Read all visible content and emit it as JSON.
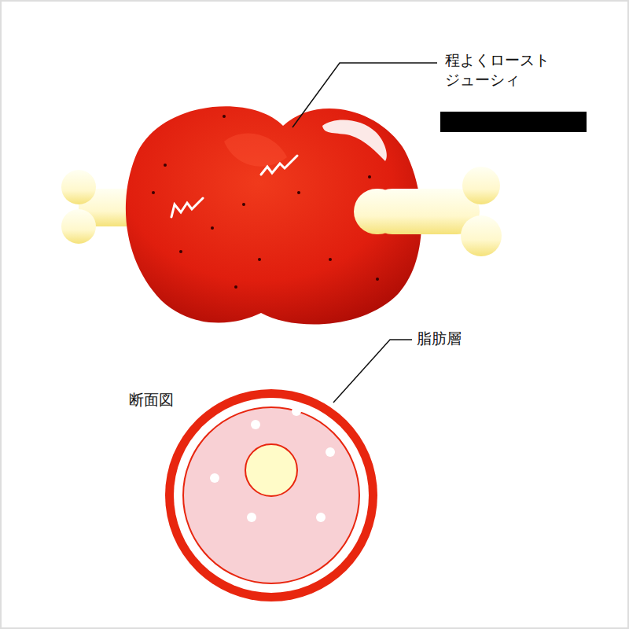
{
  "diagram": {
    "labels": [
      "程よくロースト ジューシィ",
      "脂肪層",
      "断面図"
    ]
  }
}
